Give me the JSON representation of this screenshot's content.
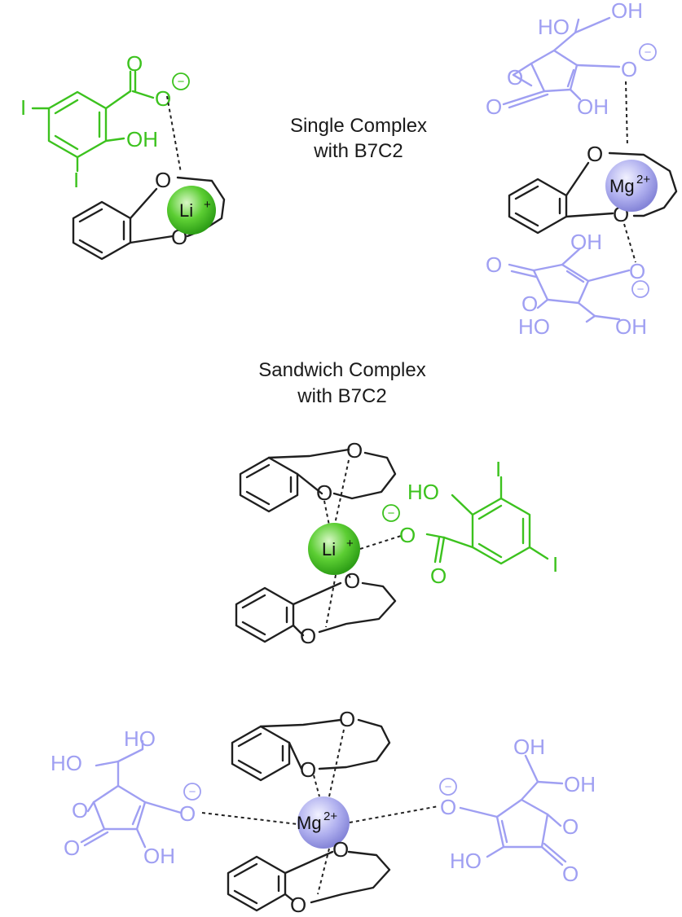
{
  "captions": {
    "single_line1": "Single Complex",
    "single_line2": "with B7C2",
    "sandwich_line1": "Sandwich Complex",
    "sandwich_line2": "with B7C2"
  },
  "atoms": {
    "oxygen": "O",
    "iodine": "I",
    "hydroxyl": "OH",
    "hydroxyl_left": "HO"
  },
  "ions": {
    "lithium": "Li",
    "lithium_charge": "+",
    "magnesium": "Mg",
    "magnesium_charge": "2+",
    "negative_charge": "−"
  },
  "colors": {
    "salicylate": "#3cc21e",
    "ascorbate": "#9f9ff2",
    "crown": "#1f1f1f",
    "li_sphere": "#4cc62a",
    "mg_sphere": "#a9a9ee"
  }
}
